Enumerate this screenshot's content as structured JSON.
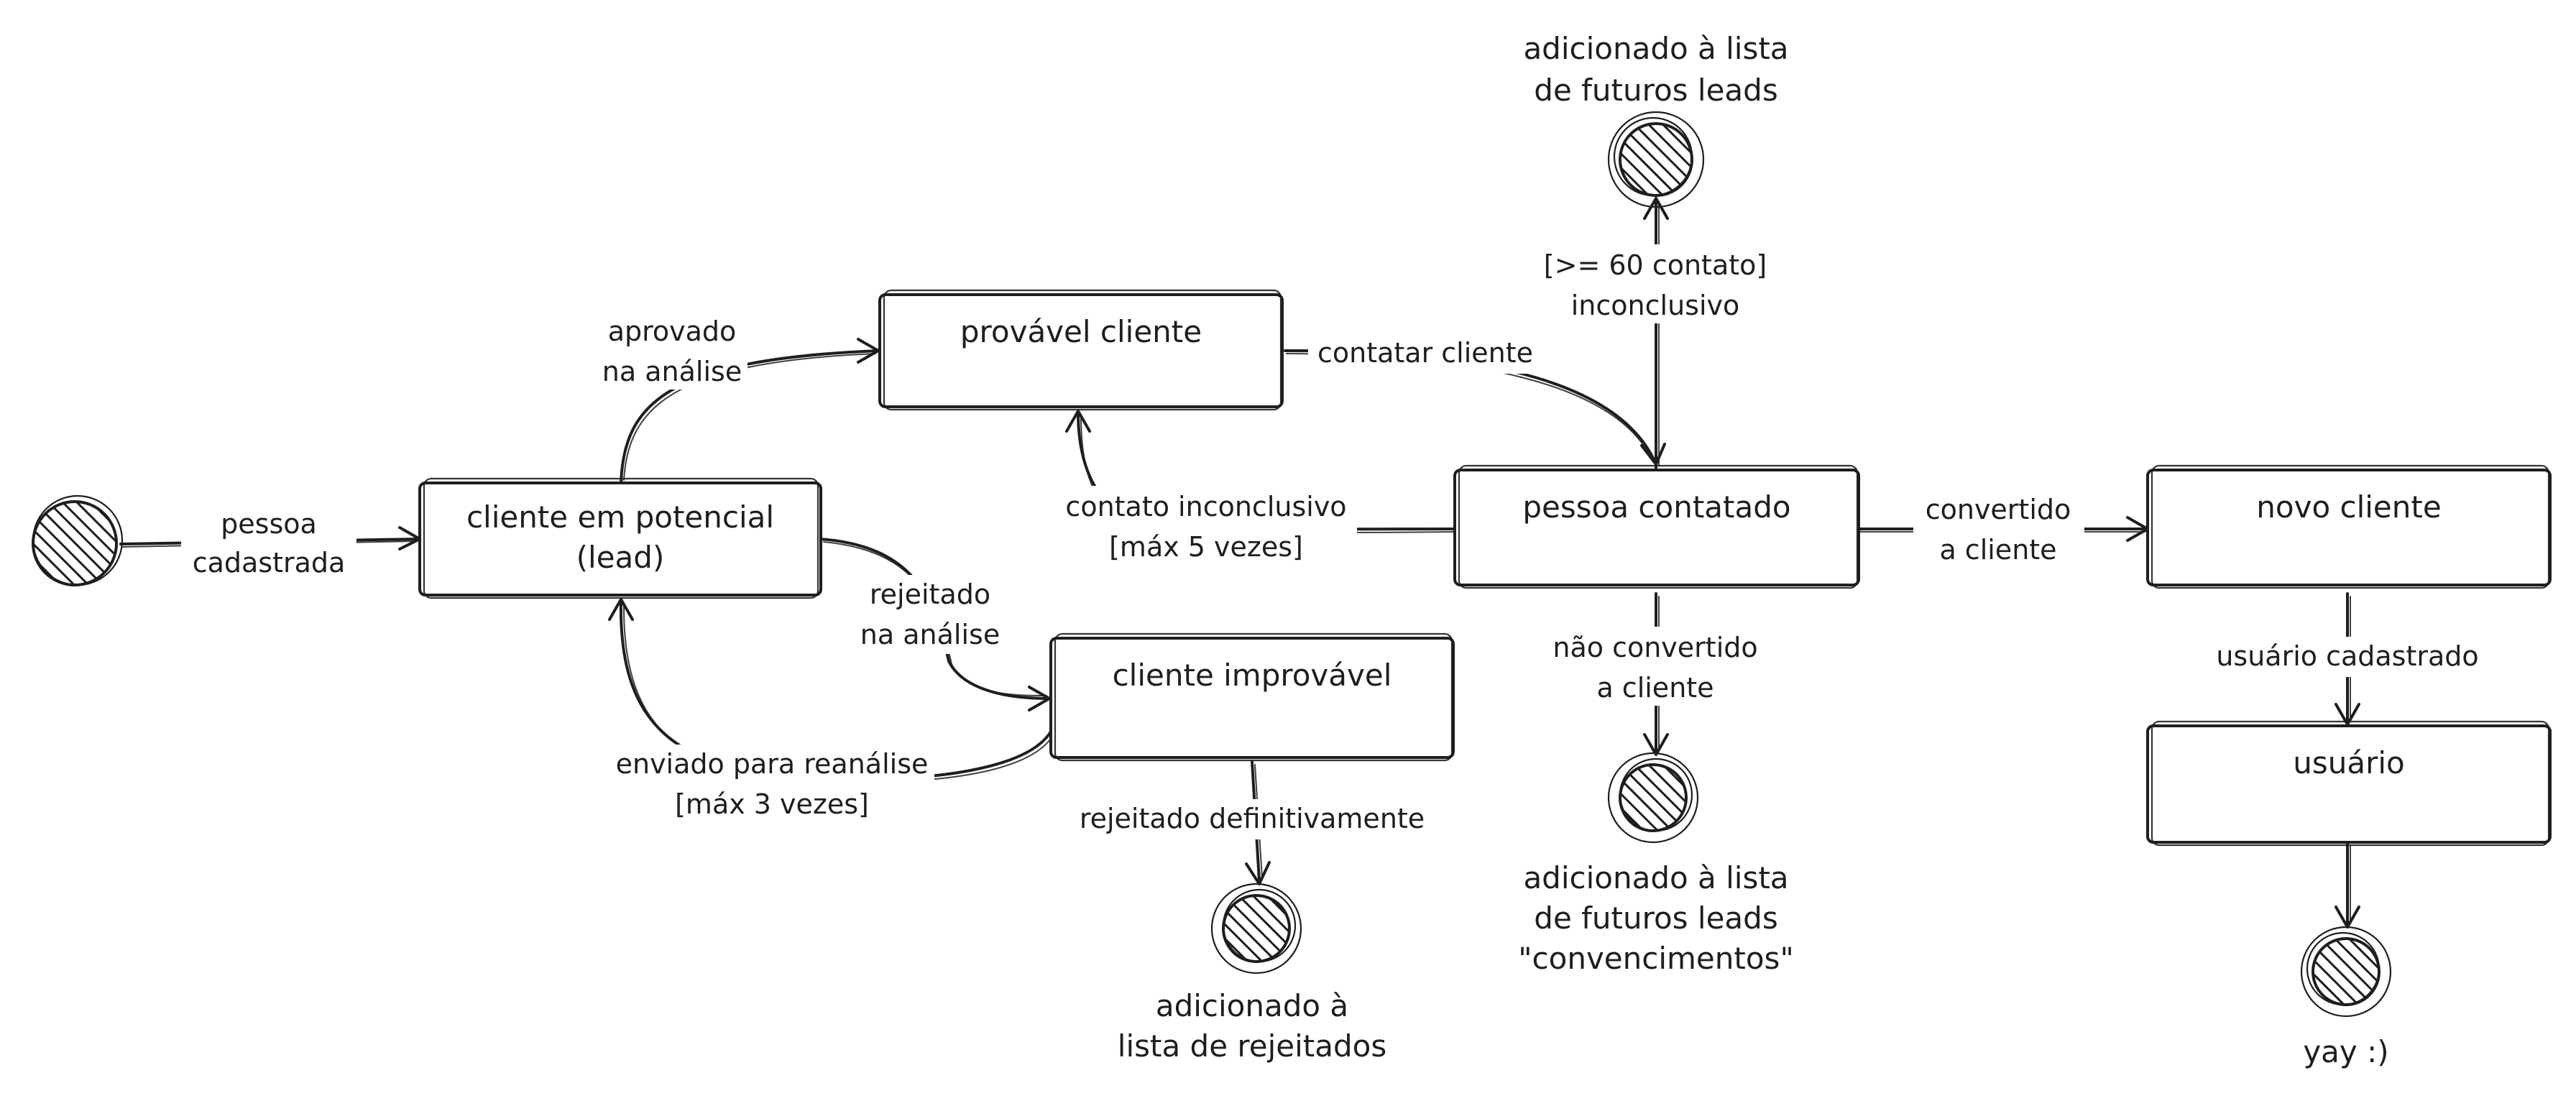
{
  "states": {
    "lead": [
      "cliente em potencial",
      "(lead)"
    ],
    "provavel": [
      "provável cliente"
    ],
    "improvavel": [
      "cliente improvável"
    ],
    "contatado": [
      "pessoa contatado"
    ],
    "novo_cliente": [
      "novo cliente"
    ],
    "usuario": [
      "usuário"
    ]
  },
  "transitions": {
    "cadastrada": [
      "pessoa",
      "cadastrada"
    ],
    "aprovado": [
      "aprovado",
      "na análise"
    ],
    "rejeitado": [
      "rejeitado",
      "na análise"
    ],
    "reanalise": [
      "enviado para reanálise",
      "[máx 3 vezes]"
    ],
    "contatar": [
      "contatar cliente"
    ],
    "inconclusivo": [
      "contato inconclusivo",
      "[máx 5 vezes]"
    ],
    "sessenta": [
      "[>= 60 contato]",
      "inconclusivo"
    ],
    "convertido": [
      "convertido",
      "a cliente"
    ],
    "nao_convertido": [
      "não convertido",
      "a cliente"
    ],
    "definitivo": [
      "rejeitado definitivamente"
    ],
    "usuario_cadastrado": [
      "usuário cadastrado"
    ]
  },
  "end_notes": {
    "futuros_leads": [
      "adicionado à lista",
      "de futuros leads"
    ],
    "convencimentos": [
      "adicionado à lista",
      "de futuros leads",
      "\"convencimentos\""
    ],
    "rejeitados": [
      "adicionado à",
      "lista de rejeitados"
    ],
    "yay": [
      "yay :)"
    ]
  },
  "colors": {
    "stroke": "#1e1e1e",
    "background": "#ffffff"
  }
}
